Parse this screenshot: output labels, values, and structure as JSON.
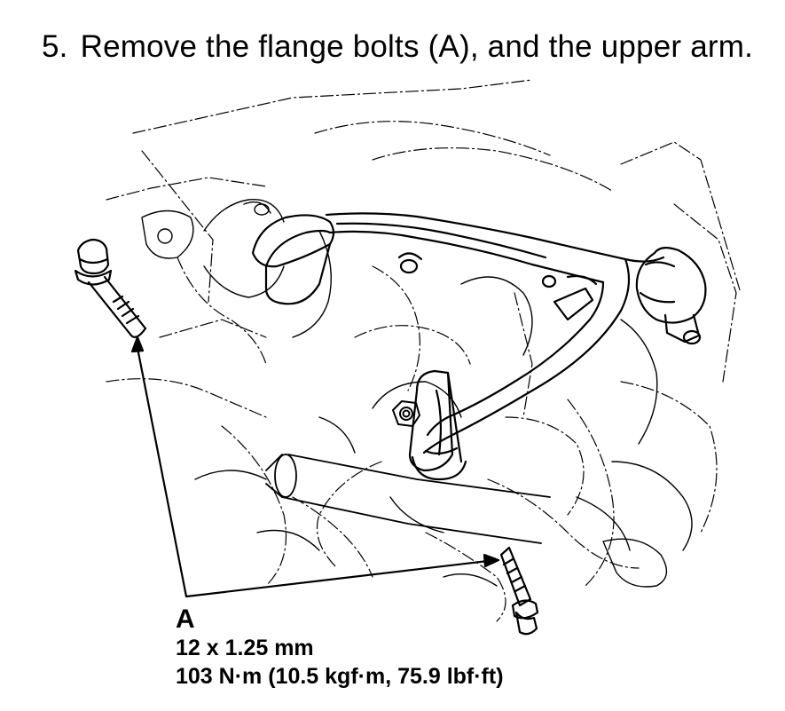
{
  "step": {
    "number": "5.",
    "text": "Remove the flange bolts (A), and the upper arm."
  },
  "callout": {
    "letter": "A",
    "size": "12 x 1.25 mm",
    "torque": "103 N·m (10.5 kgf·m, 75.9 lbf·ft)"
  },
  "colors": {
    "ink": "#000000",
    "paper": "#ffffff"
  }
}
